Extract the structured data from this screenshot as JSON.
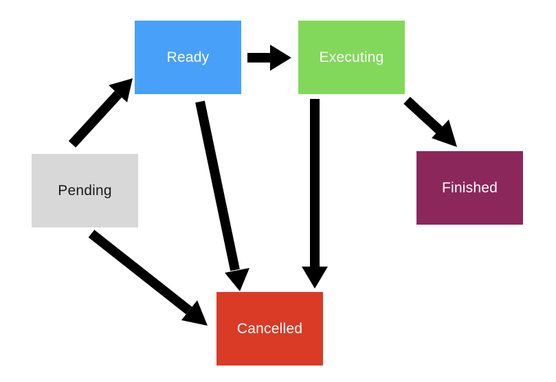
{
  "nodes": {
    "pending": {
      "label": "Pending",
      "fill": "#d8d8d8",
      "text_color": "#1a1a1a"
    },
    "ready": {
      "label": "Ready",
      "fill": "#49a0f9",
      "text_color": "#ffffff"
    },
    "executing": {
      "label": "Executing",
      "fill": "#82d85a",
      "text_color": "#ffffff"
    },
    "finished": {
      "label": "Finished",
      "fill": "#8b275b",
      "text_color": "#ffffff"
    },
    "cancelled": {
      "label": "Cancelled",
      "fill": "#d93b26",
      "text_color": "#ffffff"
    }
  },
  "edges": [
    {
      "from": "pending",
      "to": "ready"
    },
    {
      "from": "ready",
      "to": "executing"
    },
    {
      "from": "executing",
      "to": "finished"
    },
    {
      "from": "pending",
      "to": "cancelled"
    },
    {
      "from": "ready",
      "to": "cancelled"
    },
    {
      "from": "executing",
      "to": "cancelled"
    }
  ],
  "arrow_color": "#000000"
}
